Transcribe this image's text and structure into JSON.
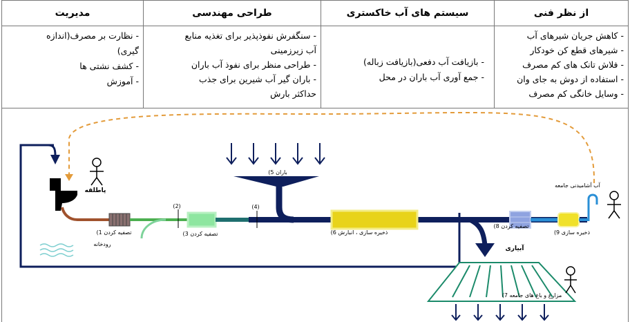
{
  "table": {
    "columns": [
      {
        "header": "از نظر فنی",
        "items": [
          "- کاهش جریان شیرهای آب",
          "- شیرهای قطع کن خودکار",
          "- فلاش تانک های کم مصرف",
          "- استفاده از دوش به جای وان",
          "- وسایل خانگی کم مصرف"
        ]
      },
      {
        "header": "سیستم های آب خاکستری",
        "items": [
          "- بازیافت آب دفعی(بازیافت زباله)",
          "- جمع آوری آب باران در محل"
        ]
      },
      {
        "header": "طراحی مهندسی",
        "items": [
          "- سنگفرش نفوذپذیر برای تغذیه منابع",
          "آب زیرزمینی",
          "- طراحی منظر برای نفوذ آب باران",
          "- باران گیر آب شیرین برای جذب",
          "حداکثر بارش"
        ]
      },
      {
        "header": "مدیریت",
        "items": [
          "- نظارت بر مصرف(اندازه",
          "گیری)",
          "- کشف نشتی ها",
          "- آموزش"
        ]
      }
    ]
  },
  "diagram": {
    "toilet_label": "پاطلقه",
    "step1": "(1 تصفیه کردن",
    "step2": "(2)",
    "step3": "(3 تصفیه کردن",
    "step4": "(4)",
    "rain": "(5 باران",
    "storage": "(6 ذخیره سازی ، انبارش",
    "irrigation": "آبیاری",
    "fields": "(7 مزارع و باغ های جامعه",
    "step8": "(8 تصفیه کردن",
    "step9": "(9 ذخیره سازی",
    "community_water": "آب آشامیدنی جامعه",
    "river": "رودخانه"
  }
}
